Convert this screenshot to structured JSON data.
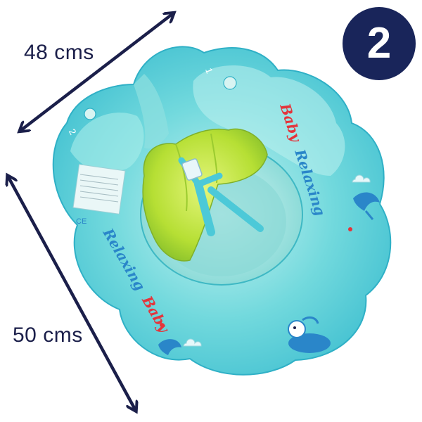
{
  "measurements": {
    "width_label": "48 cms",
    "length_label": "50 cms"
  },
  "badge": {
    "number": "2",
    "color": "#19255a"
  },
  "product": {
    "brand_word_1": "Relaxing",
    "brand_word_2": "Baby",
    "chamber_number_left": "2",
    "chamber_number_right": "1",
    "ce_mark": "CE",
    "colors": {
      "float": "#57d3d9",
      "float_light": "#9eeaea",
      "seat": "#b9e23c",
      "accent_text": "#2a86c9",
      "accent_red": "#e4343b",
      "arrow": "#1b1f4a"
    }
  },
  "icons": [
    "double-arrow-icon",
    "dolphin-icon",
    "cartoon-dolphin-icon",
    "star-icon",
    "cloud-icon"
  ]
}
